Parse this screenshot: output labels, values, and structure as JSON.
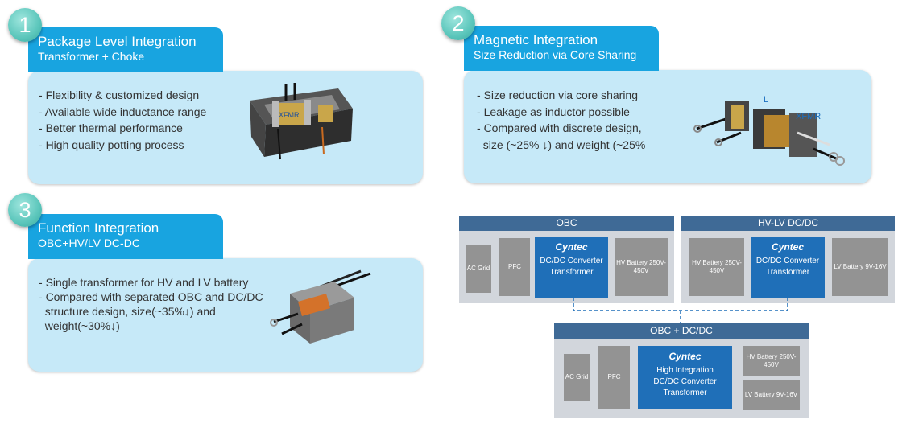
{
  "sections": [
    {
      "number": "1",
      "title": "Package Level Integration",
      "subtitle": "Transformer + Choke",
      "bullets": [
        "Flexibility & customized design",
        "Available wide inductance range",
        "Better thermal performance",
        "High quality potting process"
      ]
    },
    {
      "number": "2",
      "title": "Magnetic Integration",
      "subtitle": "Size Reduction via Core Sharing",
      "bullets": [
        "Size reduction via core sharing",
        "Leakage as inductor possible",
        "Compared with discrete design,",
        "size (~25% ↓) and weight (~25%"
      ]
    },
    {
      "number": "3",
      "title": "Function Integration",
      "subtitle": "OBC+HV/LV DC-DC",
      "bullets": [
        "Single transformer for HV and LV battery",
        "Compared with separated OBC and DC/DC",
        "structure design, size(~35%↓) and",
        "weight(~30%↓)"
      ]
    }
  ],
  "images": {
    "xfmr_label": "XFMR",
    "inductor_label": "L",
    "xfmr_label2": "XFMR"
  },
  "diagram": {
    "obc": {
      "title": "OBC",
      "ac_grid": "AC Grid",
      "pfc": "PFC",
      "converter": "DC/DC Converter Transformer",
      "hv_battery": "HV Battery 250V-450V"
    },
    "hvlv": {
      "title": "HV-LV  DC/DC",
      "hv_battery": "HV Battery 250V-450V",
      "converter": "DC/DC Converter Transformer",
      "lv_battery": "LV Battery 9V-16V"
    },
    "combined": {
      "title": "OBC + DC/DC",
      "ac_grid": "AC Grid",
      "pfc": "PFC",
      "converter": "High Integration DC/DC Converter Transformer",
      "hv_battery": "HV Battery 250V-450V",
      "lv_battery": "LV Battery 9V-16V"
    },
    "logo": "Cyntec"
  }
}
